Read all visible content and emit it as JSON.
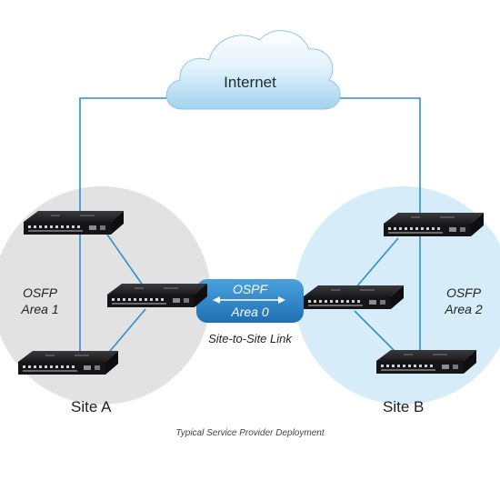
{
  "diagram": {
    "cloud_label": "Internet",
    "site_a": {
      "label": "Site A",
      "area_line1": "OSFP",
      "area_line2": "Area 1"
    },
    "site_b": {
      "label": "Site B",
      "area_line1": "OSFP",
      "area_line2": "Area 2"
    },
    "link_line1": "OSPF",
    "link_line2": "Area 0",
    "link_caption": "Site-to-Site Link",
    "caption": "Typical Service Provider Deployment"
  },
  "colors": {
    "line": "#2b8fd0",
    "site_a_fill": "#e2e2e3",
    "site_b_fill": "#d6ecf8",
    "cloud_top": "#ffffff",
    "cloud_bottom": "#a9d8f2",
    "link_pill": "#2a7fc4",
    "router_body": "#1b1b1d"
  },
  "icons": [
    "cloud-icon",
    "router-icon",
    "double-arrow-icon"
  ]
}
